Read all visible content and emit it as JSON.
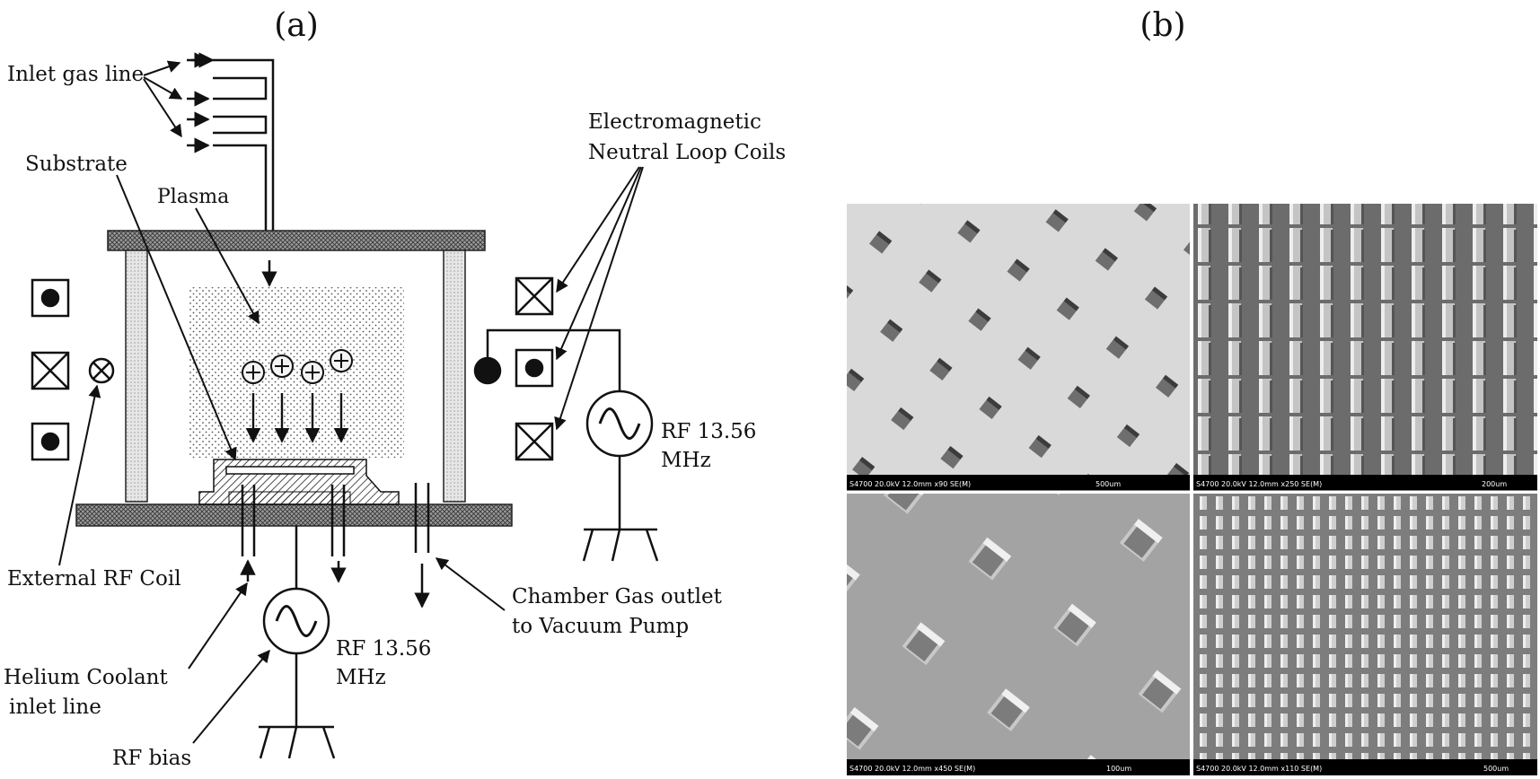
{
  "panel_a": {
    "label": "(a)",
    "inlet_gas_line": "Inlet gas line",
    "substrate": "Substrate",
    "plasma": "Plasma",
    "coils_line1": "Electromagnetic",
    "coils_line2": "Neutral Loop Coils",
    "rf_top_line1": "RF 13.56",
    "rf_top_line2": "MHz",
    "external_rf_coil": "External RF Coil",
    "chamber_outlet_line1": "Chamber Gas outlet",
    "chamber_outlet_line2": "to Vacuum Pump",
    "helium_line1": "Helium Coolant",
    "helium_line2": "inlet line",
    "rf_bottom_line1": "RF 13.56",
    "rf_bottom_line2": "MHz",
    "rf_bias": "RF bias"
  },
  "panel_b": {
    "label": "(b)",
    "images": [
      {
        "caption": "S4700 20.0kV 12.0mm x90 SE(M)",
        "scale": "500um"
      },
      {
        "caption": "S4700 20.0kV 12.0mm x250 SE(M)",
        "scale": "200um"
      },
      {
        "caption": "S4700 20.0kV 12.0mm x450 SE(M)",
        "scale": "100um"
      },
      {
        "caption": "S4700 20.0kV 12.0mm x110 SE(M)",
        "scale": "500um"
      }
    ]
  }
}
